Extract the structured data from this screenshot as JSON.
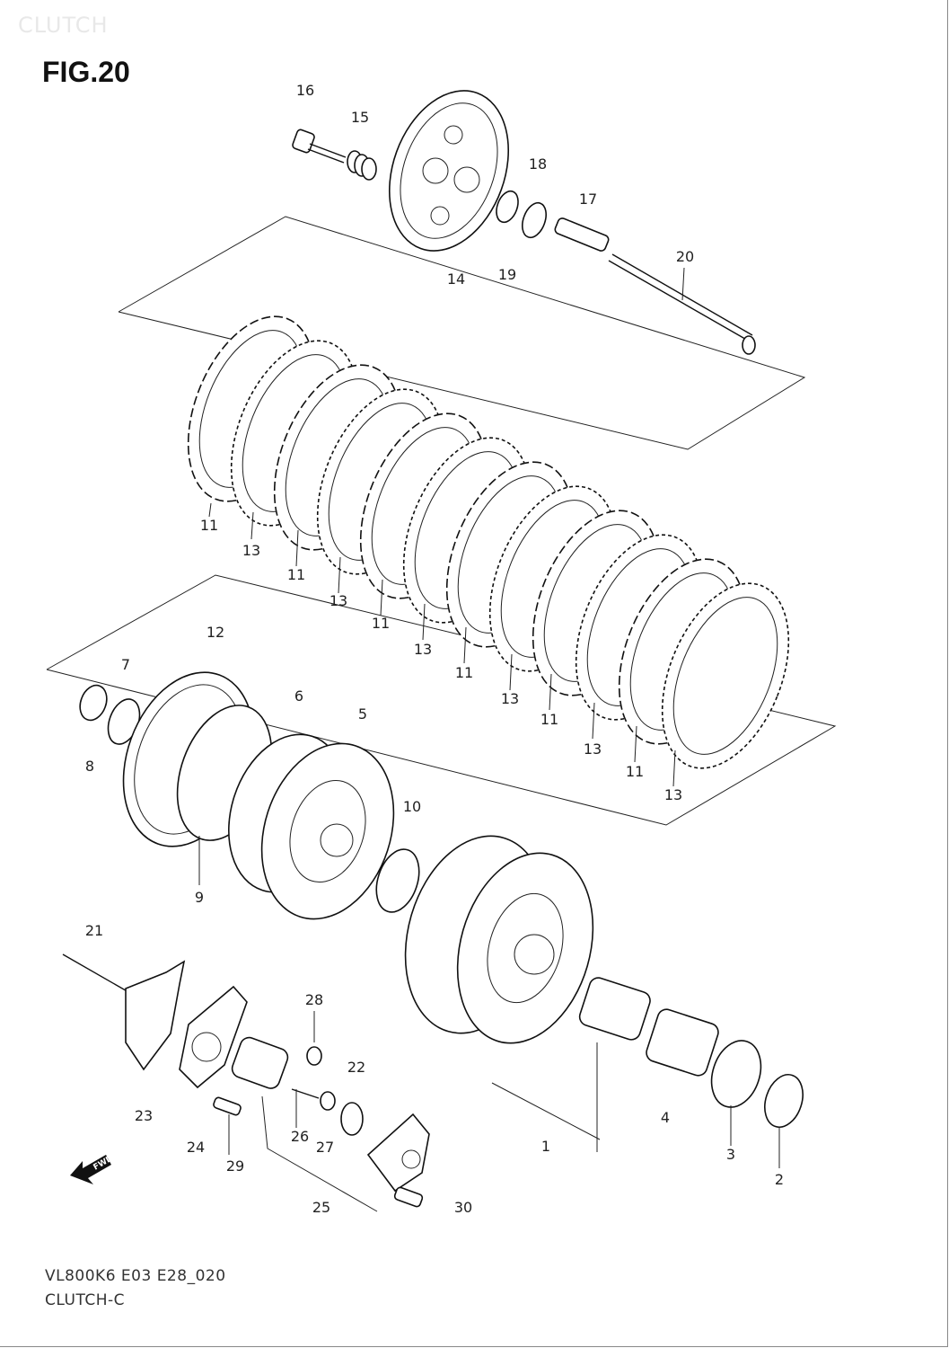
{
  "watermark": "CLUTCH",
  "figure_title": "FIG.20",
  "footer": {
    "code": "VL800K6 E03 E28_020",
    "subtitle": "CLUTCH-C"
  },
  "fwd_label": "FWD",
  "callouts": [
    "16",
    "15",
    "18",
    "17",
    "14",
    "19",
    "20",
    "11",
    "13",
    "11",
    "13",
    "11",
    "13",
    "11",
    "13",
    "11",
    "13",
    "11",
    "13",
    "12",
    "7",
    "6",
    "5",
    "8",
    "9",
    "10",
    "21",
    "28",
    "22",
    "23",
    "24",
    "29",
    "26",
    "27",
    "25",
    "30",
    "1",
    "4",
    "3",
    "2"
  ]
}
